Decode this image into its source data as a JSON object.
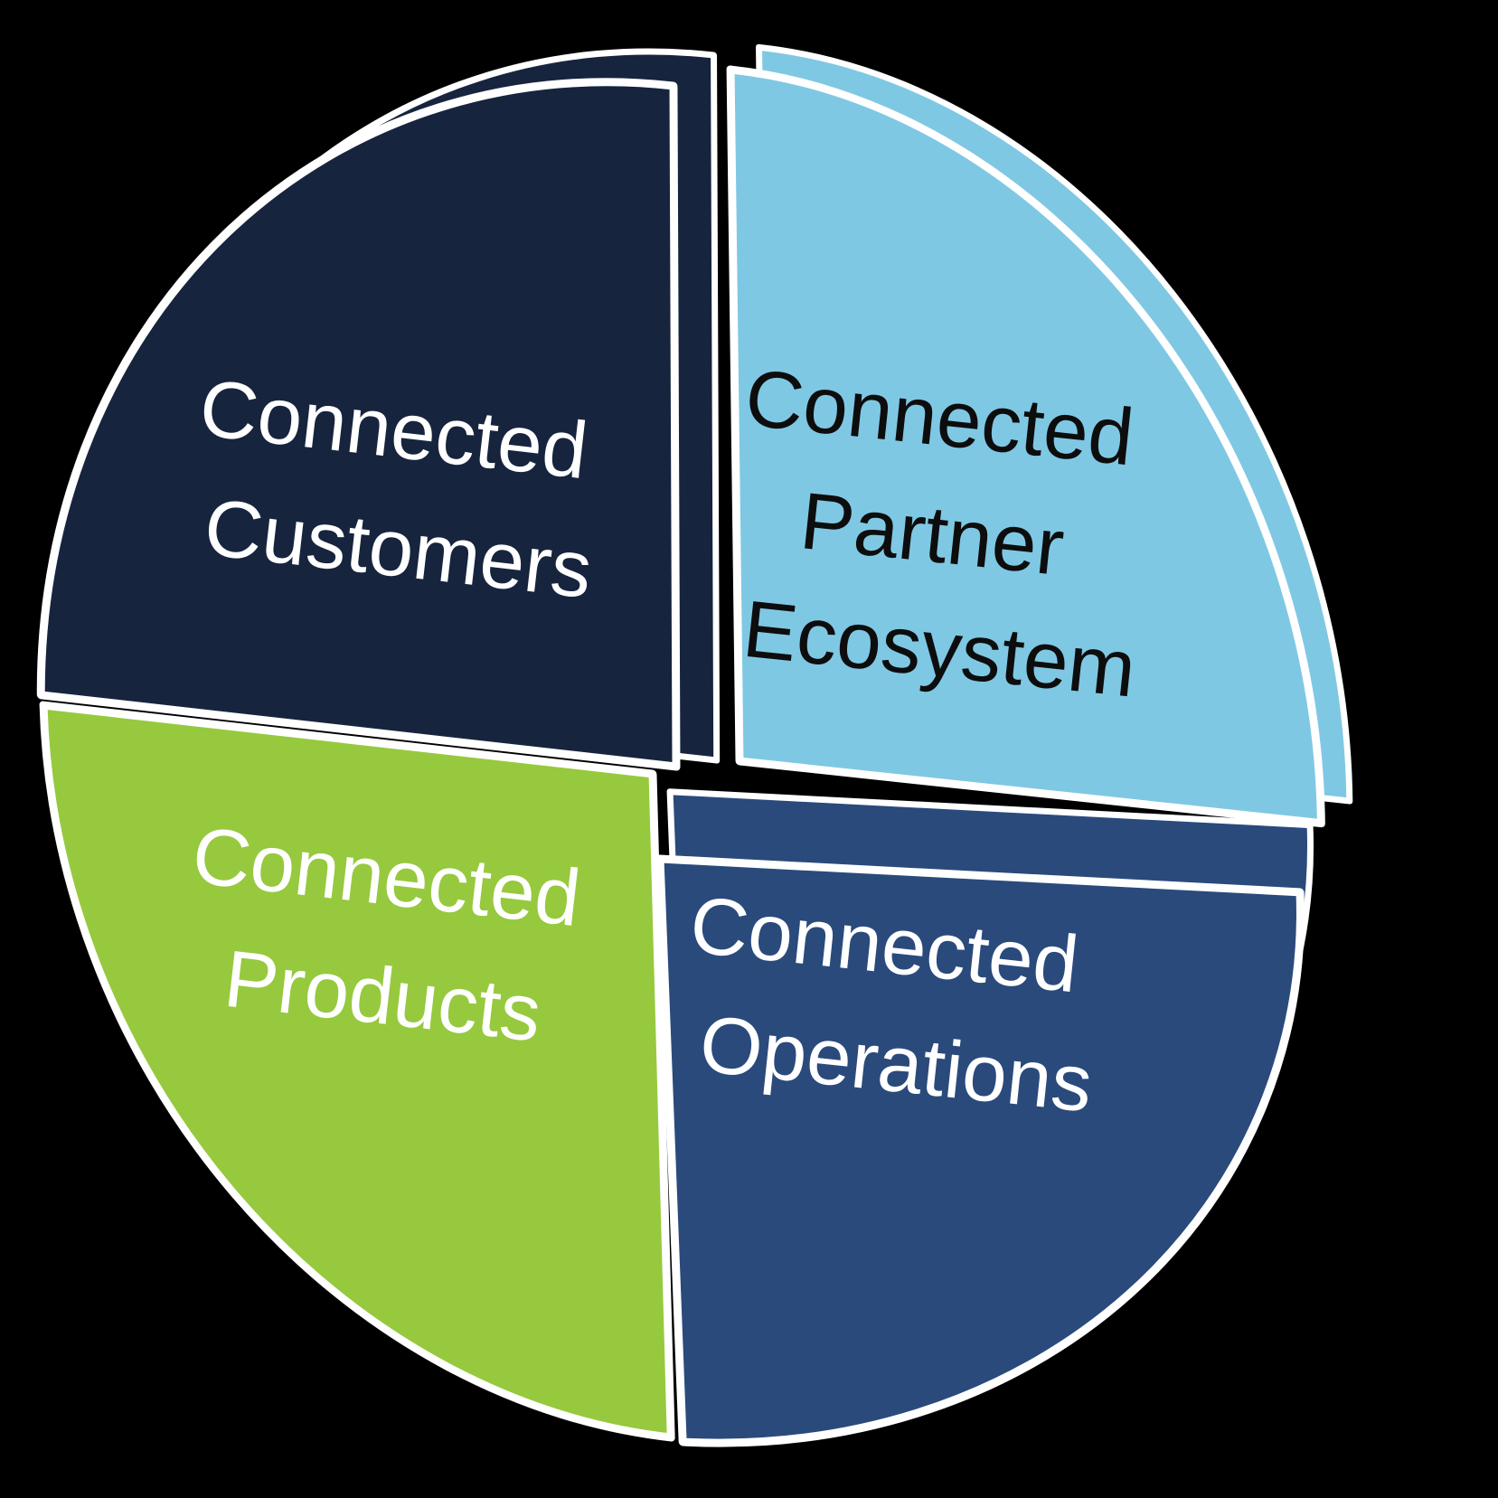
{
  "page": {
    "background": "#000000"
  },
  "chart_data": {
    "type": "pie",
    "style": "3d-exploded-quarter-pie",
    "title": "",
    "legend": "none",
    "grid": false,
    "background": "#000000",
    "outline_color": "#FFFFFF",
    "segments": [
      {
        "id": "customers",
        "label": "Connected Customers",
        "label_lines": [
          "Connected",
          "Customers"
        ],
        "value": 25,
        "unit": "%",
        "color": "#16243E",
        "text_color": "#FFFFFF",
        "position": "top-left",
        "exploded": false
      },
      {
        "id": "partner-ecosystem",
        "label": "Connected Partner Ecosystem",
        "label_lines": [
          "Connected",
          "Partner",
          "Ecosystem"
        ],
        "value": 25,
        "unit": "%",
        "color": "#7FC8E4",
        "text_color": "#0D0D0D",
        "position": "top-right",
        "exploded": true
      },
      {
        "id": "products",
        "label": "Connected Products",
        "label_lines": [
          "Connected",
          "Products"
        ],
        "value": 25,
        "unit": "%",
        "color": "#96C93E",
        "text_color": "#FFFFFF",
        "position": "bottom-left",
        "exploded": false
      },
      {
        "id": "operations",
        "label": "Connected Operations",
        "label_lines": [
          "Connected",
          "Operations"
        ],
        "value": 25,
        "unit": "%",
        "color": "#2A4A7C",
        "text_color": "#FFFFFF",
        "position": "bottom-right",
        "exploded": false
      }
    ]
  }
}
